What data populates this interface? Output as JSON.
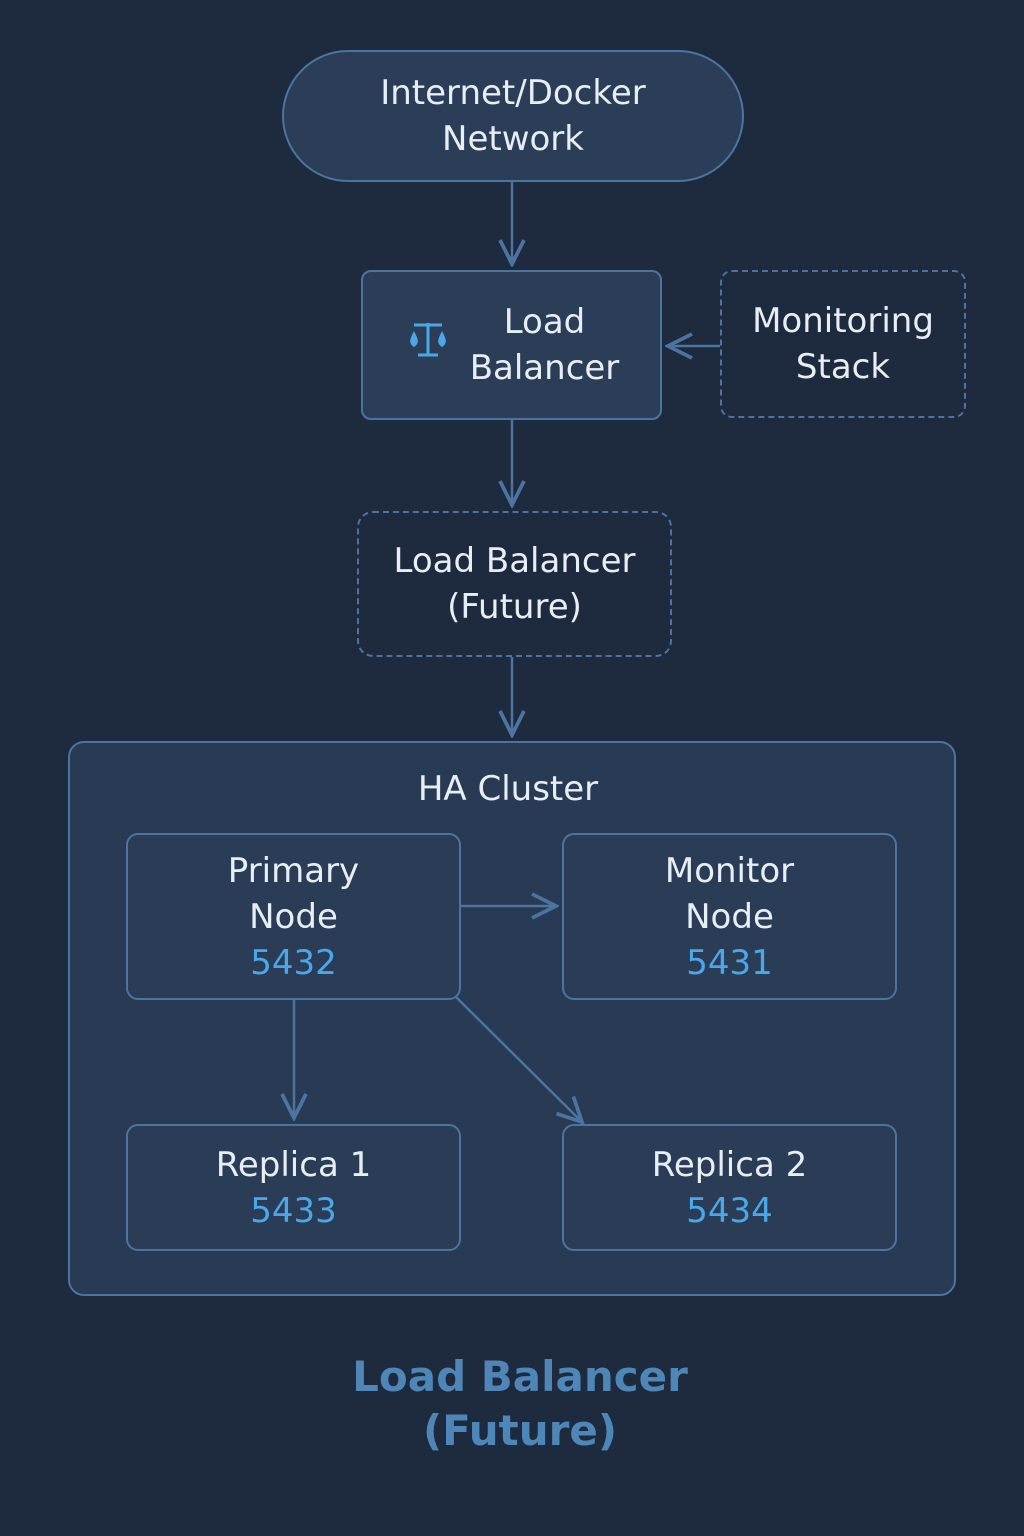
{
  "nodes": {
    "internet": {
      "line1": "Internet/Docker",
      "line2": "Network"
    },
    "load_balancer": {
      "icon": "balance-scale-icon",
      "line1": "Load",
      "line2": "Balancer"
    },
    "monitoring": {
      "line1": "Monitoring",
      "line2": "Stack"
    },
    "load_balancer_future": {
      "line1": "Load Balancer",
      "line2": "(Future)"
    }
  },
  "cluster": {
    "title": "HA Cluster",
    "primary": {
      "line1": "Primary",
      "line2": "Node",
      "port": "5432"
    },
    "monitor": {
      "line1": "Monitor",
      "line2": "Node",
      "port": "5431"
    },
    "replica1": {
      "line1": "Replica 1",
      "port": "5433"
    },
    "replica2": {
      "line1": "Replica 2",
      "port": "5434"
    }
  },
  "footer": {
    "line1": "Load Balancer",
    "line2": "(Future)"
  },
  "colors": {
    "background": "#1e2a3d",
    "box_fill": "#2b3d57",
    "border": "#4d74a0",
    "port_text": "#4aa8e8",
    "footer_text": "#4f86b8"
  }
}
